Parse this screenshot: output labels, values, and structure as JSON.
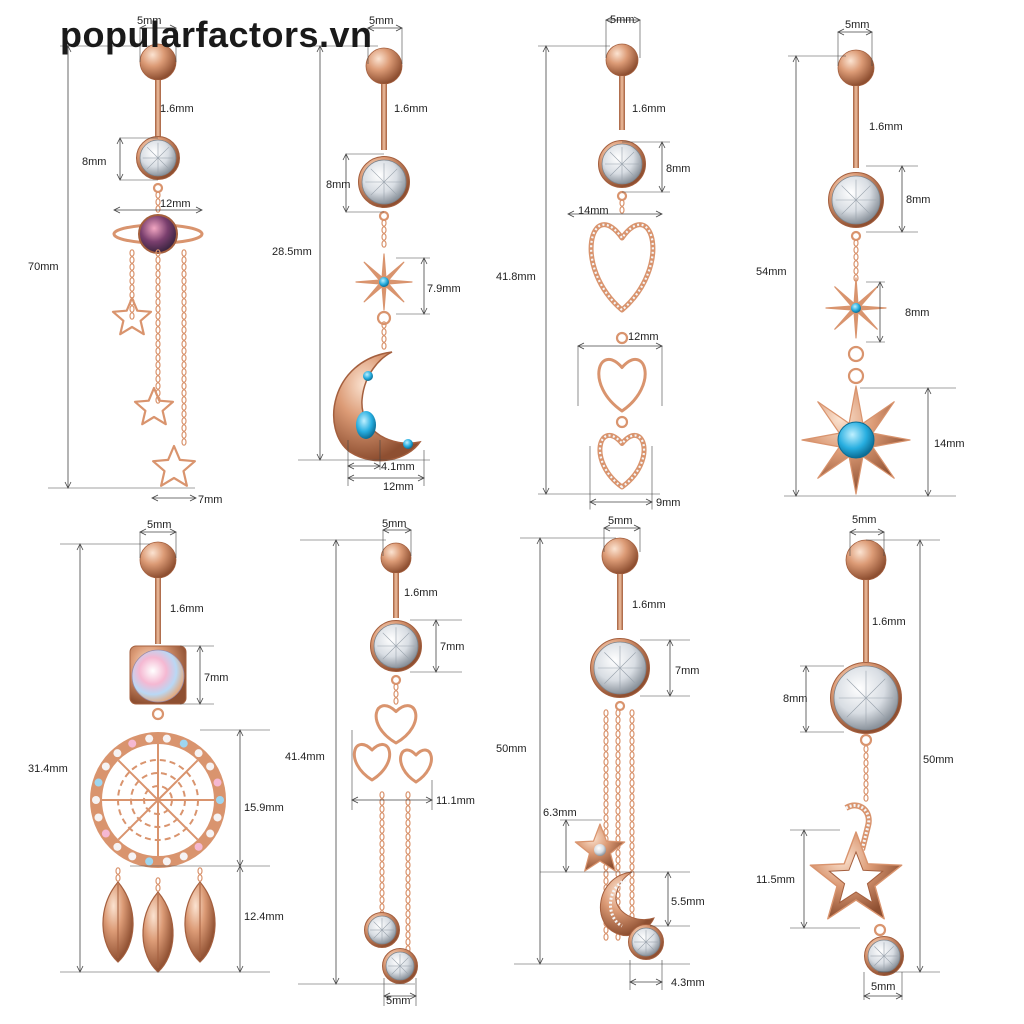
{
  "watermark": "popularfactors.vn",
  "colors": {
    "rose_gold": "#d9946e",
    "rose_dark": "#a45f3e",
    "crystal": "#eef2f6",
    "aqua": "#27aee0",
    "dim_line": "#444444"
  },
  "products": [
    {
      "id": "p1",
      "design": "planet-stars",
      "labels": {
        "ball": "5mm",
        "bar": "1.6mm",
        "gem": "8mm",
        "pendant": "12mm",
        "total": "70mm",
        "bottom": "7mm"
      }
    },
    {
      "id": "p2",
      "design": "moon-star",
      "labels": {
        "ball": "5mm",
        "bar": "1.6mm",
        "gem": "8mm",
        "total": "28.5mm",
        "charm": "7.9mm",
        "width_a": "4.1mm",
        "width_b": "12mm"
      }
    },
    {
      "id": "p3",
      "design": "hearts",
      "labels": {
        "ball": "5mm",
        "bar": "1.6mm",
        "gem": "8mm",
        "heart_w": "14mm",
        "total": "41.8mm",
        "mid_heart": "12mm",
        "bottom": "9mm"
      }
    },
    {
      "id": "p4",
      "design": "stars",
      "labels": {
        "ball": "5mm",
        "bar": "1.6mm",
        "gem": "8mm",
        "total": "54mm",
        "small_star": "8mm",
        "big_star": "14mm"
      }
    },
    {
      "id": "p5",
      "design": "dreamcatcher",
      "labels": {
        "ball": "5mm",
        "bar": "1.6mm",
        "gem": "7mm",
        "total": "31.4mm",
        "circle": "15.9mm",
        "feathers": "12.4mm"
      }
    },
    {
      "id": "p6",
      "design": "hearts-chain",
      "labels": {
        "ball": "5mm",
        "bar": "1.6mm",
        "gem": "7mm",
        "total": "41.4mm",
        "heart": "11.1mm",
        "bottom": "5mm"
      }
    },
    {
      "id": "p7",
      "design": "star-moon-chain",
      "labels": {
        "ball": "5mm",
        "bar": "1.6mm",
        "gem": "7mm",
        "total": "50mm",
        "star": "6.3mm",
        "moon": "5.5mm",
        "bottom": "4.3mm"
      }
    },
    {
      "id": "p8",
      "design": "shooting-star",
      "labels": {
        "ball": "5mm",
        "bar": "1.6mm",
        "gem": "8mm",
        "total": "50mm",
        "star": "11.5mm",
        "bottom": "5mm"
      }
    }
  ]
}
